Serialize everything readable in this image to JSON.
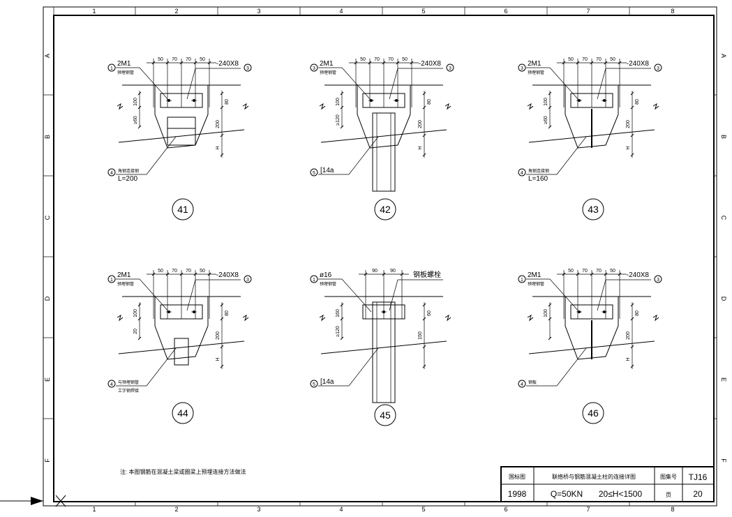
{
  "border": {
    "top_cols": [
      "1",
      "2",
      "3",
      "4",
      "5",
      "6",
      "7",
      "8"
    ],
    "bottom_cols": [
      "1",
      "2",
      "3",
      "4",
      "5",
      "6",
      "7",
      "8"
    ],
    "rows": [
      "A",
      "B",
      "C",
      "D",
      "E",
      "F"
    ]
  },
  "details": [
    {
      "id": "41",
      "part_left": "2M1",
      "part_left_sub": "预埋钢管",
      "num_left": "1",
      "part_right": "-240X8",
      "num_right": "3",
      "dims_top": [
        "50",
        "70",
        "70",
        "50"
      ],
      "dim_upper": "100",
      "dim_lower": "≥60",
      "dim_right_top": "80",
      "dim_right_mid": "200",
      "dim_h": "H",
      "leader_num": "4",
      "leader_text": "角钢连接钢",
      "leader_text2": "L=200"
    },
    {
      "id": "42",
      "part_left": "2M1",
      "part_left_sub": "预埋钢管",
      "num_left": "3",
      "part_right": "-240X8",
      "num_right": "3",
      "dims_top": [
        "50",
        "70",
        "70",
        "50"
      ],
      "dim_upper": "100",
      "dim_lower": "≥120",
      "dim_right_top": "80",
      "dim_right_mid": "200",
      "dim_h": "H",
      "leader_num": "5",
      "leader_text": "[14a",
      "leader_text2": ""
    },
    {
      "id": "43",
      "part_left": "2M1",
      "part_left_sub": "预埋钢管",
      "num_left": "3",
      "part_right": "-240X8",
      "num_right": "3",
      "dims_top": [
        "50",
        "70",
        "70",
        "50"
      ],
      "dim_upper": "100",
      "dim_lower": "≥60",
      "dim_right_top": "80",
      "dim_right_mid": "200",
      "dim_h": "H",
      "leader_num": "4",
      "leader_text": "角钢连接钢",
      "leader_text2": "L=160"
    },
    {
      "id": "44",
      "part_left": "2M1",
      "part_left_sub": "预埋钢管",
      "num_left": "1",
      "part_right": "-240X8",
      "num_right": "3",
      "dims_top": [
        "50",
        "70",
        "70",
        "50"
      ],
      "dim_upper": "100",
      "dim_lower": "20",
      "dim_right_top": "80",
      "dim_right_mid": "200",
      "dim_h": "H",
      "leader_num": "4",
      "leader_text": "与预埋钢管",
      "leader_text2": "工字钢焊接"
    },
    {
      "id": "45",
      "part_left": "ø16",
      "part_left_sub": "预埋钢管",
      "num_left": "1",
      "part_right": "钢板螺栓",
      "num_right": "",
      "dims_top": [
        "90",
        "90"
      ],
      "dim_upper": "160",
      "dim_lower": "≥120",
      "dim_right_top": "60",
      "dim_right_mid": "150",
      "dim_h": "",
      "leader_num": "5",
      "leader_text": "[14a",
      "leader_text2": ""
    },
    {
      "id": "46",
      "part_left": "2M1",
      "part_left_sub": "预埋钢管",
      "num_left": "1",
      "part_right": "-240X8",
      "num_right": "3",
      "dims_top": [
        "50",
        "70",
        "70",
        "50"
      ],
      "dim_upper": "100",
      "dim_lower": "",
      "dim_right_top": "80",
      "dim_right_mid": "200",
      "dim_h": "H",
      "leader_num": "4",
      "leader_text": "钢板",
      "leader_text2": ""
    }
  ],
  "note": "注: 本图钢筋在混凝土梁或圈梁上预埋连接方法做法",
  "title_block": {
    "label_atlas": "国标图",
    "year": "1998",
    "title": "联络桥与钢筋混凝土柱的连接详图",
    "load": "Q=50KN",
    "range": "20≤H<1500",
    "label_dwg": "图集号",
    "dwg_no": "TJ16",
    "label_page": "页",
    "page_no": "20"
  }
}
